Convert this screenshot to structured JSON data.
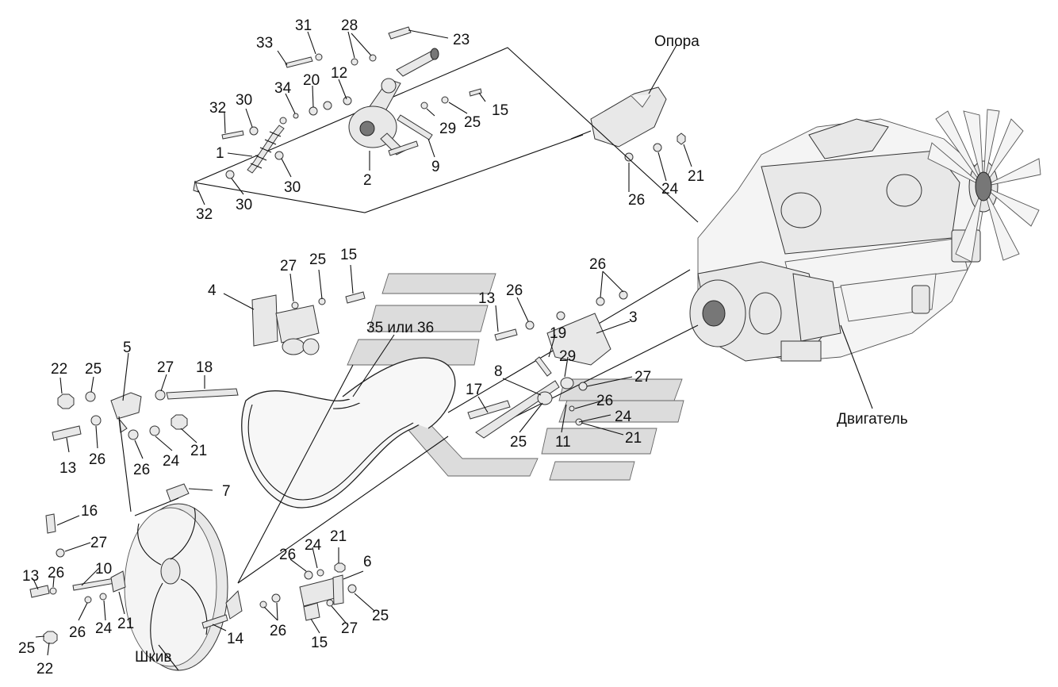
{
  "labels": {
    "l1": "1",
    "l2": "2",
    "l3": "3",
    "l4": "4",
    "l5": "5",
    "l6": "6",
    "l7": "7",
    "l8": "8",
    "l9": "9",
    "l10": "10",
    "l11": "11",
    "l12": "12",
    "l13a": "13",
    "l13b": "13",
    "l13c": "13",
    "l14": "14",
    "l15a": "15",
    "l15b": "15",
    "l15c": "15",
    "l16": "16",
    "l17": "17",
    "l18": "18",
    "l19": "19",
    "l20": "20",
    "l21a": "21",
    "l21b": "21",
    "l21c": "21",
    "l21d": "21",
    "l21e": "21",
    "l22a": "22",
    "l22b": "22",
    "l23": "23",
    "l24a": "24",
    "l24b": "24",
    "l24c": "24",
    "l24d": "24",
    "l24e": "24",
    "l25a": "25",
    "l25b": "25",
    "l25c": "25",
    "l25d": "25",
    "l25e": "25",
    "l25f": "25",
    "l26a": "26",
    "l26b": "26",
    "l26c": "26",
    "l26d": "26",
    "l26e": "26",
    "l26f": "26",
    "l26g": "26",
    "l26h": "26",
    "l26i": "26",
    "l26j": "26",
    "l27a": "27",
    "l27b": "27",
    "l27c": "27",
    "l27d": "27",
    "l27e": "27",
    "l28": "28",
    "l29a": "29",
    "l29b": "29",
    "l30a": "30",
    "l30b": "30",
    "l30c": "30",
    "l31": "31",
    "l32a": "32",
    "l32b": "32",
    "l33": "33",
    "l34": "34",
    "belt": "35 или 36",
    "opora": "Опора",
    "dvigatel": "Двигатель",
    "shkiv": "Шкив"
  }
}
